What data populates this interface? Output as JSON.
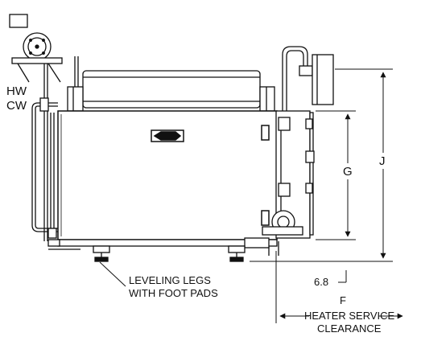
{
  "diagram": {
    "labels": {
      "hw": "HW",
      "cw": "CW",
      "g": "G",
      "j": "J",
      "dim_6_8": "6.8",
      "f": "F",
      "leveling_line1": "LEVELING LEGS",
      "leveling_line2": "WITH FOOT PADS",
      "heater_line1": "HEATER SERVICE",
      "heater_line2": "CLEARANCE"
    },
    "colors": {
      "line": "#111111",
      "background": "#ffffff"
    }
  }
}
